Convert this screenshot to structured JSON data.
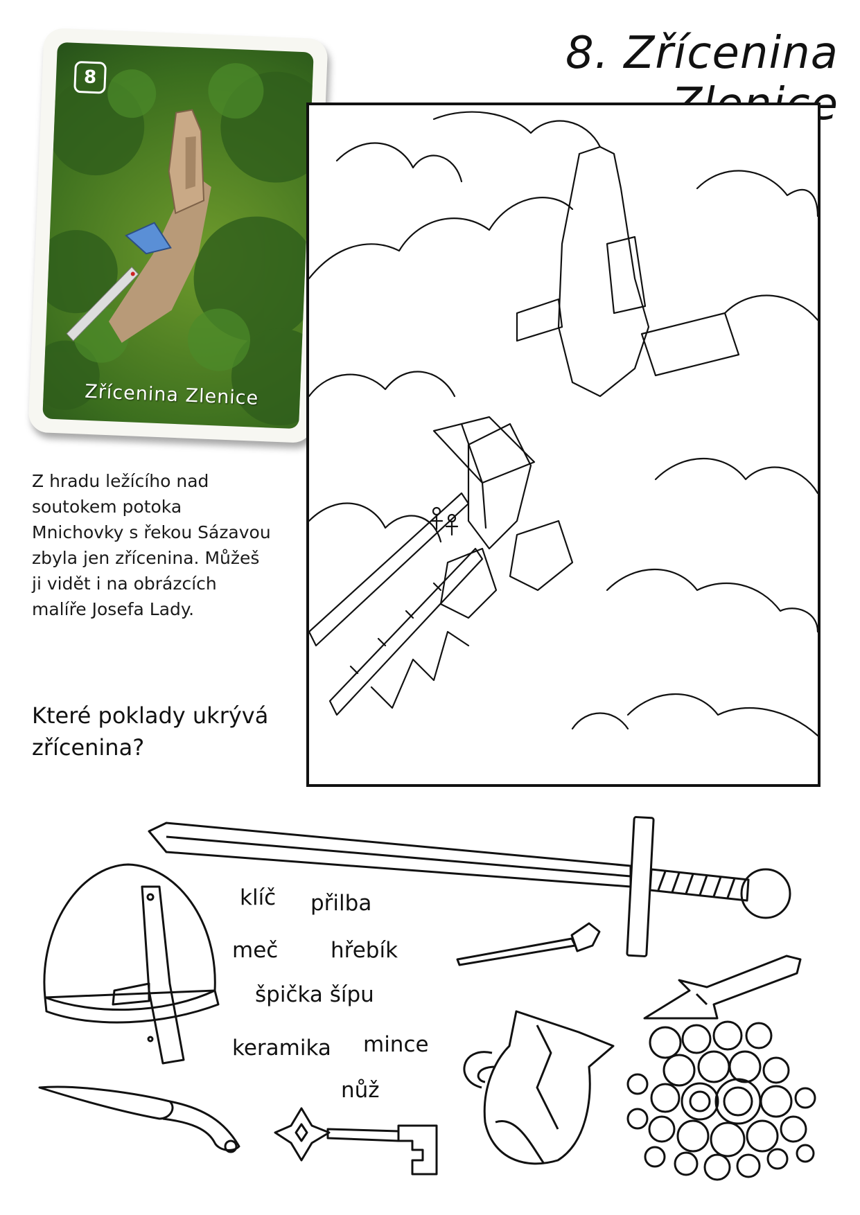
{
  "header": {
    "title": "8. Zřícenina Zlenice"
  },
  "card": {
    "number": "8",
    "label": "Zřícenina Zlenice"
  },
  "intro": {
    "lines": [
      "Z hradu ležícího nad",
      "soutokem potoka",
      "Mnichovky s řekou Sázavou",
      "zbyla jen zřícenina. Můžeš",
      "ji vidět i na obrázcích",
      "malíře Josefa Lady."
    ]
  },
  "question": {
    "lines": [
      "Které poklady ukrývá",
      "zřícenina?"
    ]
  },
  "words": {
    "klic": "klíč",
    "prilba": "přilba",
    "mec": "meč",
    "hrebik": "hřebík",
    "spicka_sipu": "špička šípu",
    "keramika": "keramika",
    "mince": "mince",
    "nuz": "nůž"
  },
  "colors": {
    "ink": "#111111",
    "card_green": "#4f7f24"
  }
}
